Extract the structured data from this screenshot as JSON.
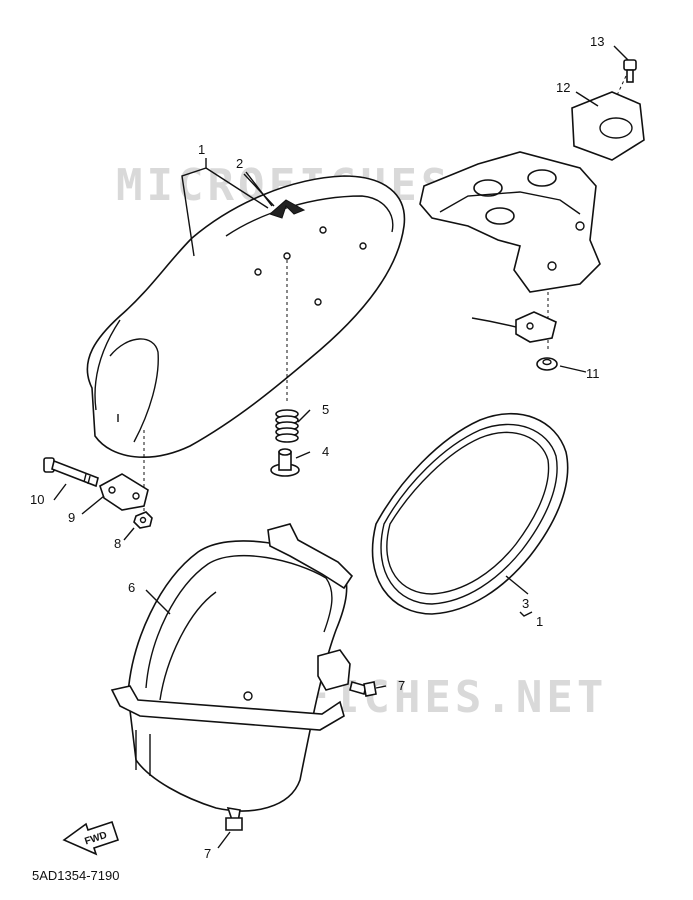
{
  "watermark_text": "MICROFICHES.NET",
  "catalog_number": "5AD1354-7190",
  "fwd_label": "FWD",
  "callouts": {
    "c1_top": "1",
    "c2": "2",
    "c3": "3",
    "c1_gasket": "1",
    "c4": "4",
    "c5": "5",
    "c6": "6",
    "c7_right": "7",
    "c7_bottom": "7",
    "c8": "8",
    "c9": "9",
    "c10": "10",
    "c11": "11",
    "c12": "12",
    "c13": "13"
  },
  "parts": [
    {
      "key": "seat",
      "callout": "1"
    },
    {
      "key": "emblem",
      "callout": "2"
    },
    {
      "key": "seat-gasket",
      "callout": "3"
    },
    {
      "key": "collar",
      "callout": "4"
    },
    {
      "key": "spring",
      "callout": "5"
    },
    {
      "key": "helmet-box",
      "callout": "6"
    },
    {
      "key": "bolt",
      "callout": "7"
    },
    {
      "key": "nut",
      "callout": "8"
    },
    {
      "key": "hinge-bracket",
      "callout": "9"
    },
    {
      "key": "hinge-bolt",
      "callout": "10"
    },
    {
      "key": "seat-lock-nut",
      "callout": "11"
    },
    {
      "key": "lock-cover",
      "callout": "12"
    },
    {
      "key": "cover-screw",
      "callout": "13"
    }
  ]
}
